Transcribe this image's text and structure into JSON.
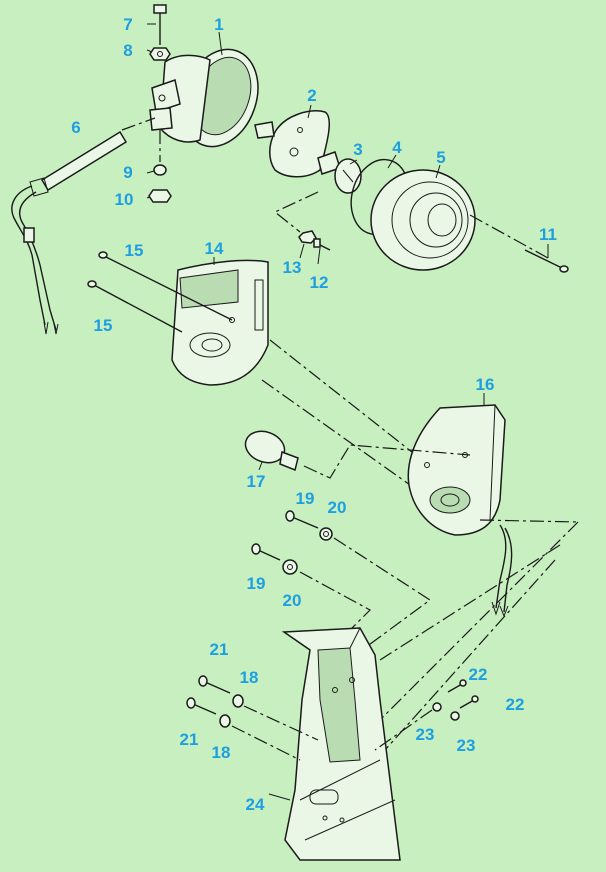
{
  "callouts": [
    {
      "key": "p1",
      "text": "1"
    },
    {
      "key": "p2",
      "text": "2"
    },
    {
      "key": "p3",
      "text": "3"
    },
    {
      "key": "p4",
      "text": "4"
    },
    {
      "key": "p5",
      "text": "5"
    },
    {
      "key": "p6",
      "text": "6"
    },
    {
      "key": "p7",
      "text": "7"
    },
    {
      "key": "p8",
      "text": "8"
    },
    {
      "key": "p9",
      "text": "9"
    },
    {
      "key": "p10",
      "text": "10"
    },
    {
      "key": "p11",
      "text": "11"
    },
    {
      "key": "p12",
      "text": "12"
    },
    {
      "key": "p13",
      "text": "13"
    },
    {
      "key": "p14",
      "text": "14"
    },
    {
      "key": "p15a",
      "text": "15"
    },
    {
      "key": "p15b",
      "text": "15"
    },
    {
      "key": "p16",
      "text": "16"
    },
    {
      "key": "p17",
      "text": "17"
    },
    {
      "key": "p18a",
      "text": "18"
    },
    {
      "key": "p18b",
      "text": "18"
    },
    {
      "key": "p19a",
      "text": "19"
    },
    {
      "key": "p19b",
      "text": "19"
    },
    {
      "key": "p20a",
      "text": "20"
    },
    {
      "key": "p20b",
      "text": "20"
    },
    {
      "key": "p21a",
      "text": "21"
    },
    {
      "key": "p21b",
      "text": "21"
    },
    {
      "key": "p22a",
      "text": "22"
    },
    {
      "key": "p22b",
      "text": "22"
    },
    {
      "key": "p23a",
      "text": "23"
    },
    {
      "key": "p23b",
      "text": "23"
    },
    {
      "key": "p24",
      "text": "24"
    }
  ],
  "colors": {
    "background": "#c8efc0",
    "callout": "#1e9fe0",
    "linework": "#1a1a1a"
  }
}
